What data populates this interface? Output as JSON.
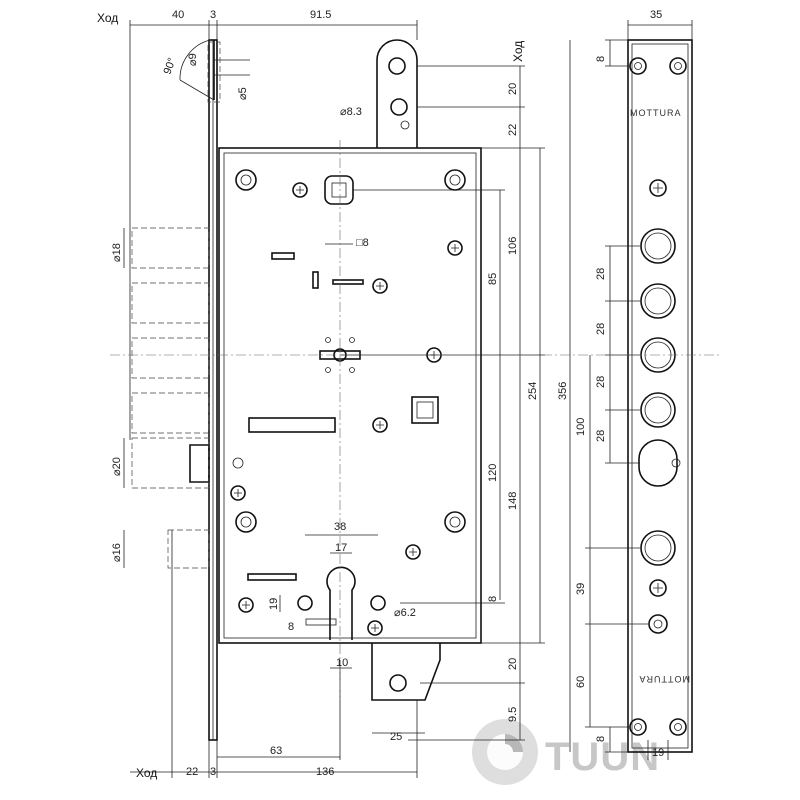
{
  "labels": {
    "hod_top_left": "Ход",
    "hod_top_right": "Ход",
    "hod_bottom_left": "Ход",
    "angle": "90°"
  },
  "brand": {
    "top": "MOTTURA",
    "bottom": "MOTTURA"
  },
  "watermark": "TUUN",
  "dimensions": {
    "top_40": "40",
    "top_3": "3",
    "top_915": "91.5",
    "top_35": "35",
    "d9": "⌀9",
    "d5": "⌀5",
    "d83": "⌀8.3",
    "sq8": "□8",
    "d18_top": "⌀18",
    "d20": "⌀20",
    "d16": "⌀16",
    "v20_top": "20",
    "v22": "22",
    "v106": "106",
    "v85": "85",
    "v254": "254",
    "v356": "356",
    "v120": "120",
    "v148": "148",
    "v8_mid": "8",
    "v20_bot": "20",
    "v95": "9.5",
    "h38": "38",
    "h17": "17",
    "v19_left": "19",
    "v8_left": "8",
    "d62": "⌀6.2",
    "h10": "10",
    "h25": "25",
    "v8_rtop": "8",
    "v28_1": "28",
    "v28_2": "28",
    "v28_3": "28",
    "v28_4": "28",
    "v100": "100",
    "v39": "39",
    "v60": "60",
    "v8_rbot": "8",
    "h19_bot": "19",
    "bot_22": "22",
    "bot_3": "3",
    "bot_63": "63",
    "bot_136": "136"
  }
}
